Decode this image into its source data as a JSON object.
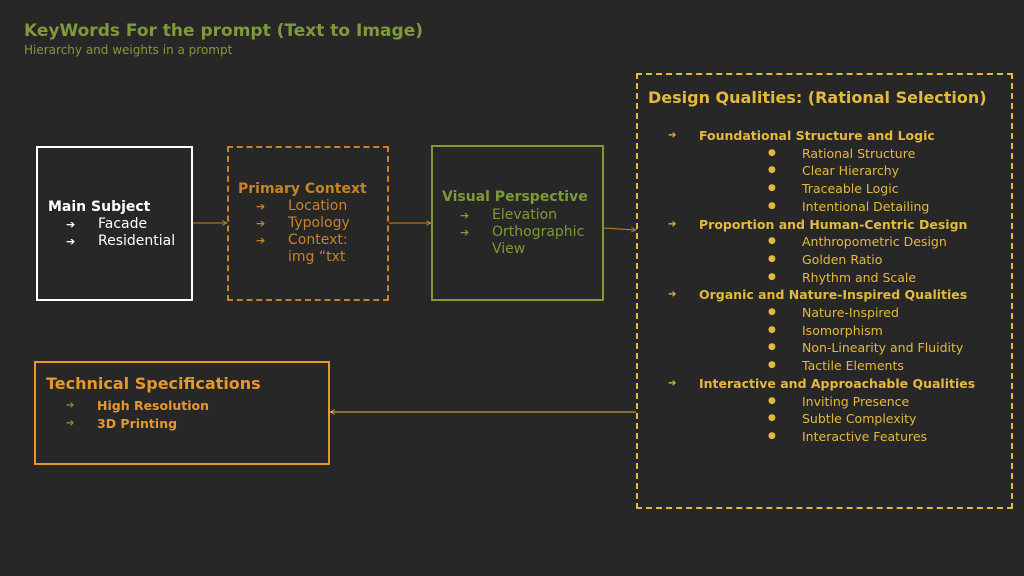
{
  "header": {
    "title": "KeyWords For the prompt (Text to Image)",
    "subtitle": "Hierarchy and weights in a prompt"
  },
  "main_subject": {
    "title": "Main Subject",
    "items": [
      "Facade",
      "Residential"
    ]
  },
  "primary_context": {
    "title": "Primary Context",
    "items": [
      "Location",
      "Typology",
      "Context:",
      "img “txt"
    ]
  },
  "visual_perspective": {
    "title": "Visual Perspective",
    "items": [
      "Elevation",
      "Orthographic",
      "View"
    ]
  },
  "technical_specifications": {
    "title": "Technical Specifications",
    "items": [
      "High Resolution",
      "3D Printing"
    ]
  },
  "design_qualities": {
    "title": "Design Qualities: (Rational Selection)",
    "sections": [
      {
        "title": "Foundational Structure and Logic",
        "items": [
          "Rational Structure",
          "Clear Hierarchy",
          "Traceable Logic",
          "Intentional Detailing"
        ]
      },
      {
        "title": "Proportion and Human-Centric Design",
        "items": [
          "Anthropometric Design",
          "Golden Ratio",
          "Rhythm and Scale"
        ]
      },
      {
        "title": "Organic and Nature-Inspired Qualities",
        "items": [
          "Nature-Inspired",
          "Isomorphism",
          "Non-Linearity and Fluidity",
          "Tactile Elements"
        ]
      },
      {
        "title": "Interactive and Approachable Qualities",
        "items": [
          "Inviting Presence",
          "Subtle Complexity",
          "Interactive Features"
        ]
      }
    ]
  },
  "glyphs": {
    "arrow": "➔",
    "bullet": "●"
  },
  "colors": {
    "background": "#272727",
    "title_green": "#7f9a3a",
    "main_white": "#ffffff",
    "primary_orange": "#c7832a",
    "visual_green": "#7d9a34",
    "tech_orange": "#e8972e",
    "design_yellow": "#e4b93d"
  }
}
